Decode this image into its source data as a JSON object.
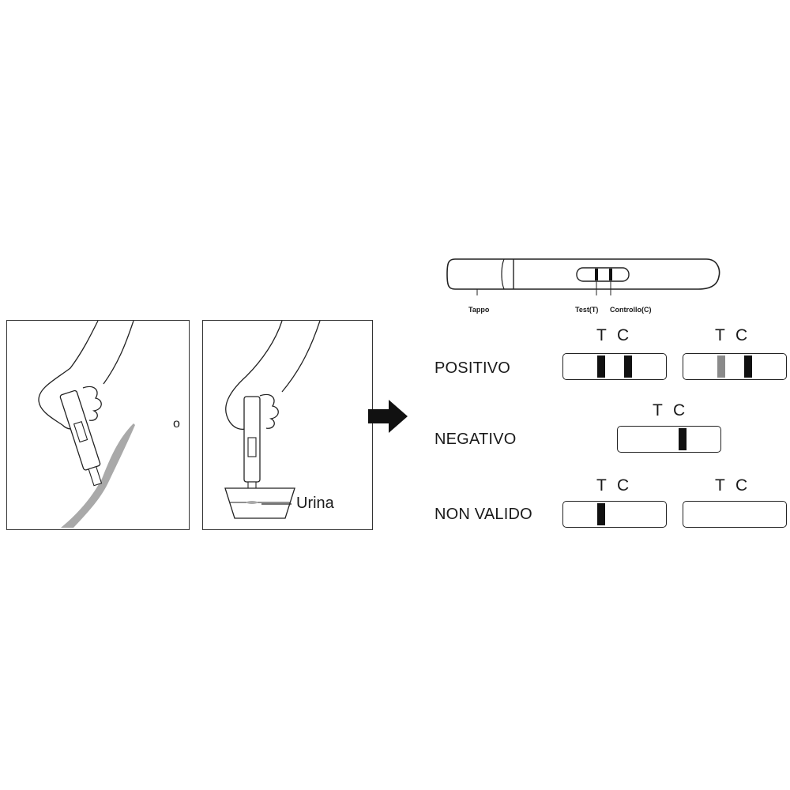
{
  "connector_text": "o",
  "urine_label": "Urina",
  "device": {
    "cap_label": "Tappo",
    "test_label": "Test(T)",
    "control_label": "Controllo(C)"
  },
  "band_letters": {
    "t": "T",
    "c": "C"
  },
  "results": {
    "positive": {
      "label": "POSITIVO"
    },
    "negative": {
      "label": "NEGATIVO"
    },
    "invalid": {
      "label": "NON VALIDO"
    }
  },
  "colors": {
    "line": "#1a1a1a",
    "faint_band": "#8a8a8a",
    "urine_stream": "#a9a9a9"
  }
}
